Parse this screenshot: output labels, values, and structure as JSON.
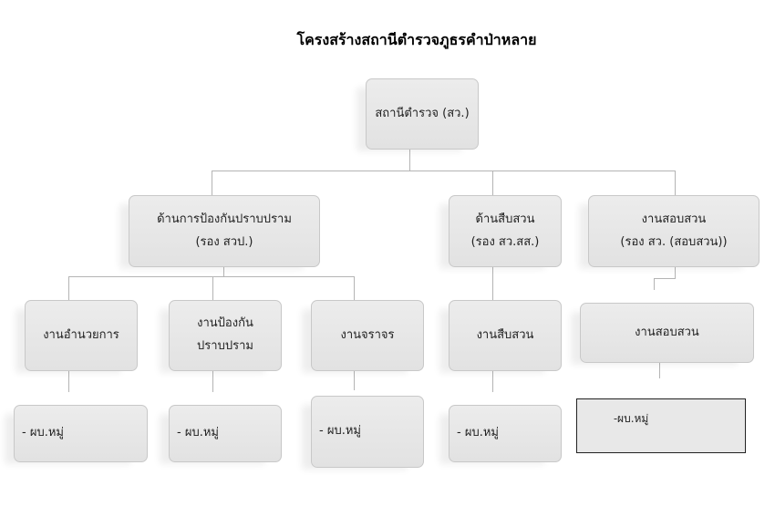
{
  "title": "โครงสร้างสถานีตำรวจภูธรคำป่าหลาย",
  "root": {
    "label": "สถานีตำรวจ (สว.)"
  },
  "divisions": [
    {
      "line1": "ด้านการป้องกันปราบปราม",
      "line2": "(รอง สวป.)"
    },
    {
      "line1": "ด้านสืบสวน",
      "line2": "(รอง สว.สส.)"
    },
    {
      "line1": "งานสอบสวน",
      "line2": "(รอง สว. (สอบสวน))"
    }
  ],
  "units": [
    {
      "line1": "งานอำนวยการ"
    },
    {
      "line1": "งานป้องกัน",
      "line2": "ปราบปราม"
    },
    {
      "line1": "งานจราจร"
    },
    {
      "line1": "งานสืบสวน"
    },
    {
      "line1": "งานสอบสวน"
    }
  ],
  "leaves": [
    "- ผบ.หมู่",
    "- ผบ.หมู่",
    "- ผบ.หมู่",
    "- ผบ.หมู่",
    "-ผบ.หมู่"
  ]
}
